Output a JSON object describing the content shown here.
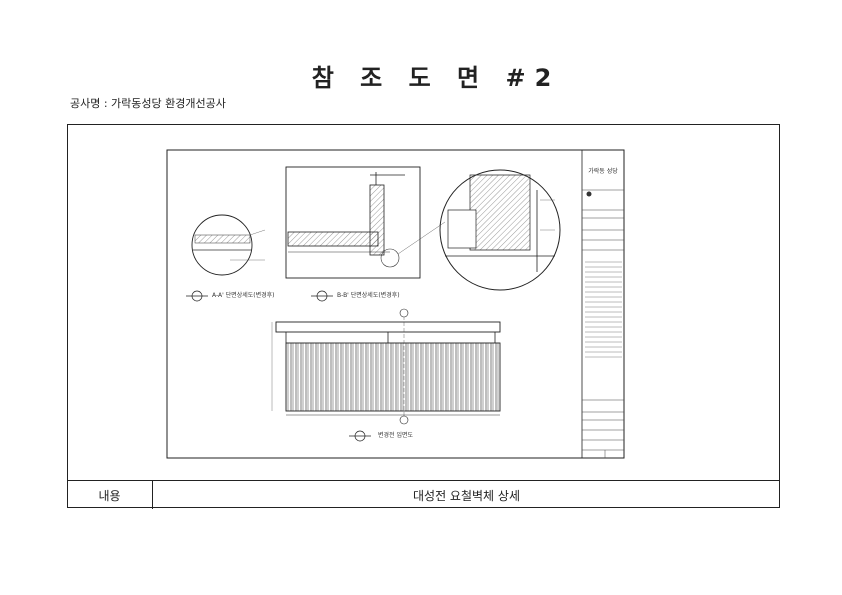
{
  "title": "참 조 도 면 #2",
  "project": "공사명 : 가락동성당 환경개선공사",
  "drawing": {
    "section_a_label": "A-A' 단면상세도(변경후)",
    "section_b_label": "B-B' 단면상세도(변경후)",
    "elevation_label": "변경전 입면도",
    "title_block_name": "가락동 성당"
  },
  "footer": {
    "label": "내용",
    "value": "대성전 요철벽체 상세"
  }
}
